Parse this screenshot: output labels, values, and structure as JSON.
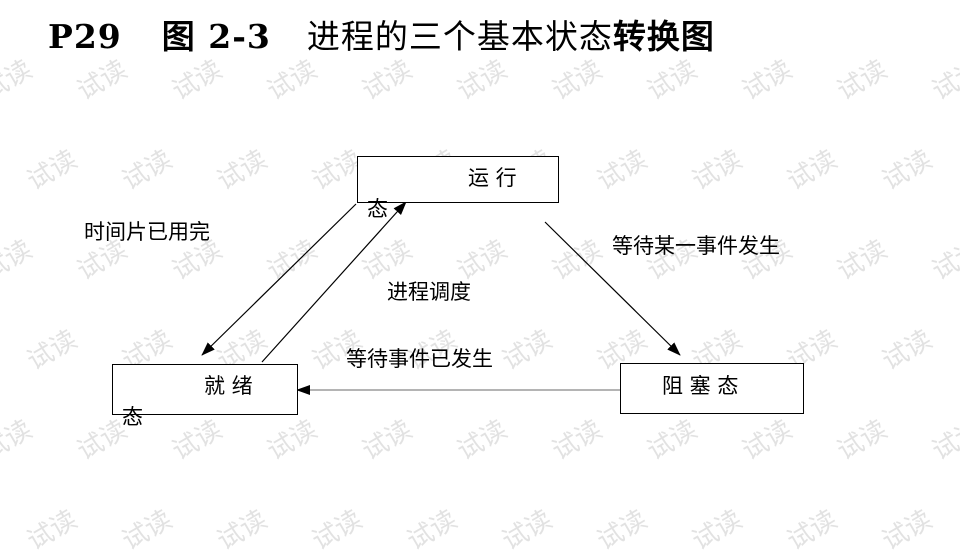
{
  "title": {
    "page": "P29",
    "figure": "图 2-3",
    "text_normal": "进程的三个基本状态",
    "text_bold": "转换图"
  },
  "watermark": "试读",
  "states": {
    "running_a": "运 行",
    "running_b": "态",
    "ready_a": "就 绪",
    "ready_b": "态",
    "blocked": "阻 塞 态"
  },
  "transitions": {
    "time_slice": "时间片已用完",
    "wait_event": "等待某一事件发生",
    "dispatch": "进程调度",
    "event_done": "等待事件已发生"
  }
}
